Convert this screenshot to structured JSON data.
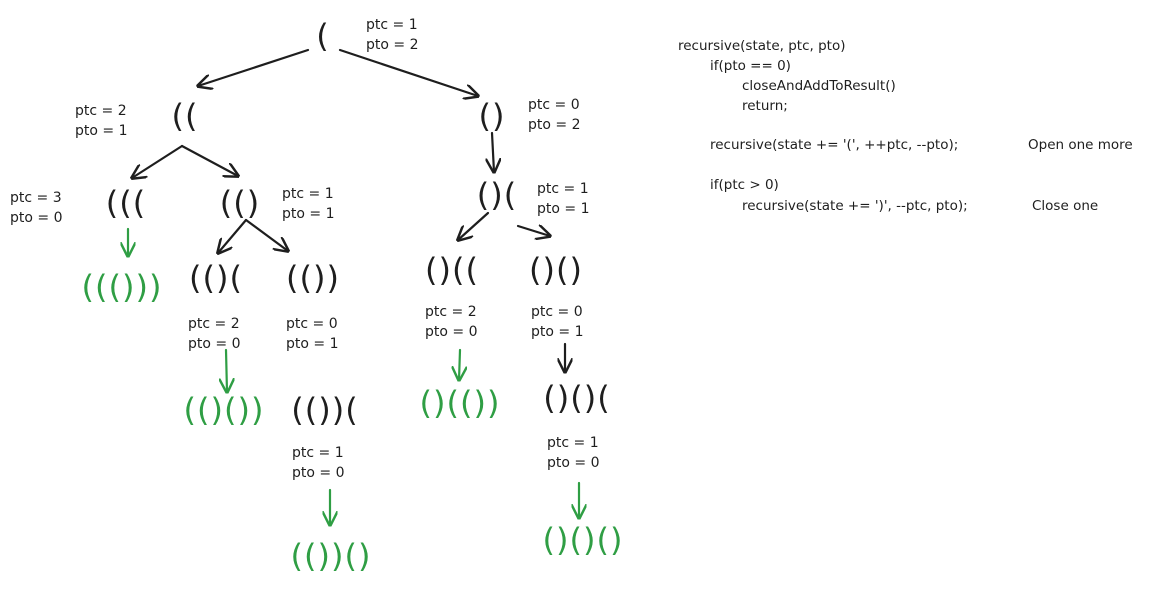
{
  "nodes": [
    {
      "id": "n0",
      "text": "(",
      "final": false,
      "ptc": "ptc = 1",
      "pto": "pto = 2"
    },
    {
      "id": "n1",
      "text": "((",
      "final": false,
      "ptc": "ptc = 2",
      "pto": "pto = 1"
    },
    {
      "id": "n2",
      "text": "()",
      "final": false,
      "ptc": "ptc = 0",
      "pto": "pto = 2"
    },
    {
      "id": "n3",
      "text": "(((",
      "final": false,
      "ptc": "ptc = 3",
      "pto": "pto = 0"
    },
    {
      "id": "n4",
      "text": "(()",
      "final": false,
      "ptc": "ptc = 1",
      "pto": "pto = 1"
    },
    {
      "id": "n5",
      "text": "()(",
      "final": false,
      "ptc": "ptc = 1",
      "pto": "pto = 1"
    },
    {
      "id": "n6",
      "text": "((()))",
      "final": true,
      "ptc": "",
      "pto": ""
    },
    {
      "id": "n7",
      "text": "(()(",
      "final": false,
      "ptc": "ptc = 2",
      "pto": "pto = 0"
    },
    {
      "id": "n8",
      "text": "(())",
      "final": false,
      "ptc": "ptc = 0",
      "pto": "pto = 1"
    },
    {
      "id": "n9",
      "text": "()((",
      "final": false,
      "ptc": "ptc = 2",
      "pto": "pto = 0"
    },
    {
      "id": "n10",
      "text": "()()",
      "final": false,
      "ptc": "ptc = 0",
      "pto": "pto = 1"
    },
    {
      "id": "n11",
      "text": "(()())",
      "final": true,
      "ptc": "",
      "pto": ""
    },
    {
      "id": "n12",
      "text": "(())(",
      "final": false,
      "ptc": "ptc = 1",
      "pto": "pto = 0"
    },
    {
      "id": "n13",
      "text": "()(())",
      "final": true,
      "ptc": "",
      "pto": ""
    },
    {
      "id": "n14",
      "text": "()()(",
      "final": false,
      "ptc": "ptc = 1",
      "pto": "pto = 0"
    },
    {
      "id": "n15",
      "text": "(())()",
      "final": true,
      "ptc": "",
      "pto": ""
    },
    {
      "id": "n16",
      "text": "()()()",
      "final": true,
      "ptc": "",
      "pto": ""
    }
  ],
  "edges": [
    {
      "from": "n0",
      "to": "n1",
      "final": false
    },
    {
      "from": "n0",
      "to": "n2",
      "final": false
    },
    {
      "from": "n1",
      "to": "n3",
      "final": false
    },
    {
      "from": "n1",
      "to": "n4",
      "final": false
    },
    {
      "from": "n2",
      "to": "n5",
      "final": false
    },
    {
      "from": "n3",
      "to": "n6",
      "final": true
    },
    {
      "from": "n4",
      "to": "n7",
      "final": false
    },
    {
      "from": "n4",
      "to": "n8",
      "final": false
    },
    {
      "from": "n5",
      "to": "n9",
      "final": false
    },
    {
      "from": "n5",
      "to": "n10",
      "final": false
    },
    {
      "from": "n7",
      "to": "n11",
      "final": true
    },
    {
      "from": "n8",
      "to": "n12",
      "final": false
    },
    {
      "from": "n9",
      "to": "n13",
      "final": true
    },
    {
      "from": "n10",
      "to": "n14",
      "final": false
    },
    {
      "from": "n12",
      "to": "n15",
      "final": true
    },
    {
      "from": "n14",
      "to": "n16",
      "final": true
    }
  ],
  "code": {
    "lines": [
      "recursive(state, ptc, pto)",
      "if(pto == 0)",
      "closeAndAddToResult()",
      "return;",
      "",
      "recursive(state += '(', ++ptc, --pto);",
      "",
      "if(ptc > 0)",
      "recursive(state += ')', --ptc, pto);"
    ],
    "comments": {
      "open": "Open one more",
      "close": "Close one"
    }
  },
  "colors": {
    "ink": "#1e1e1e",
    "final": "#2f9e44"
  }
}
